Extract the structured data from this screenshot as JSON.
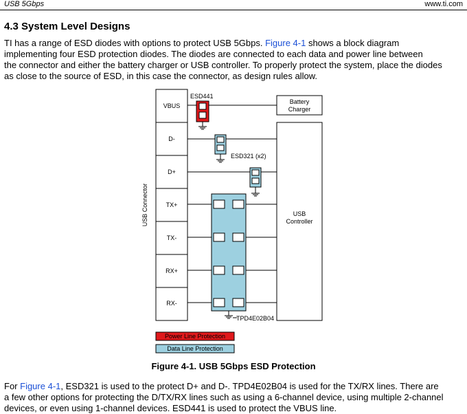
{
  "header": {
    "left": "USB 5Gbps",
    "right": "www.ti.com"
  },
  "section_title": "4.3 System Level Designs",
  "intro": {
    "l1a": "TI has a range of ESD diodes with options to protect USB 5Gbps. ",
    "l1link": "Figure 4-1",
    "l1b": " shows a block diagram",
    "l2": "implementing four ESD protection diodes. The diodes are connected to each data and power line between",
    "l3": "the connector and either the battery charger or USB controller. To properly protect the system, place the diodes",
    "l4": "as close to the source of ESD, in this case the connector, as design rules allow."
  },
  "diagram": {
    "connector_label": "USB Connector",
    "pins": [
      "VBUS",
      "D-",
      "D+",
      "TX+",
      "TX-",
      "RX+",
      "RX-"
    ],
    "battery_label_1": "Battery",
    "battery_label_2": "Charger",
    "controller_label_1": "USB",
    "controller_label_2": "Controller",
    "esd441_label": "ESD441",
    "esd321_label": "ESD321 (x2)",
    "tpd_label": "TPD4E02B04",
    "legend": [
      {
        "label": "Power Line Protection",
        "color": "#e0191c"
      },
      {
        "label": "Data Line Protection",
        "color": "#9dd0e0"
      }
    ],
    "colors": {
      "power": "#e0191c",
      "data": "#9dd0e0"
    }
  },
  "caption": "Figure 4-1. USB 5Gbps ESD Protection",
  "outro": {
    "l1a": "For ",
    "l1link": "Figure 4-1",
    "l1b": ", ESD321 is used to the protect D+ and D-. TPD4E02B04 is used for the TX/RX lines. There are",
    "l2": "a few other options for protecting the D/TX/RX lines such as using a 6-channel device, using multiple 2-channel",
    "l3": "devices, or even using 1-channel devices. ESD441 is used to protect the VBUS line."
  }
}
